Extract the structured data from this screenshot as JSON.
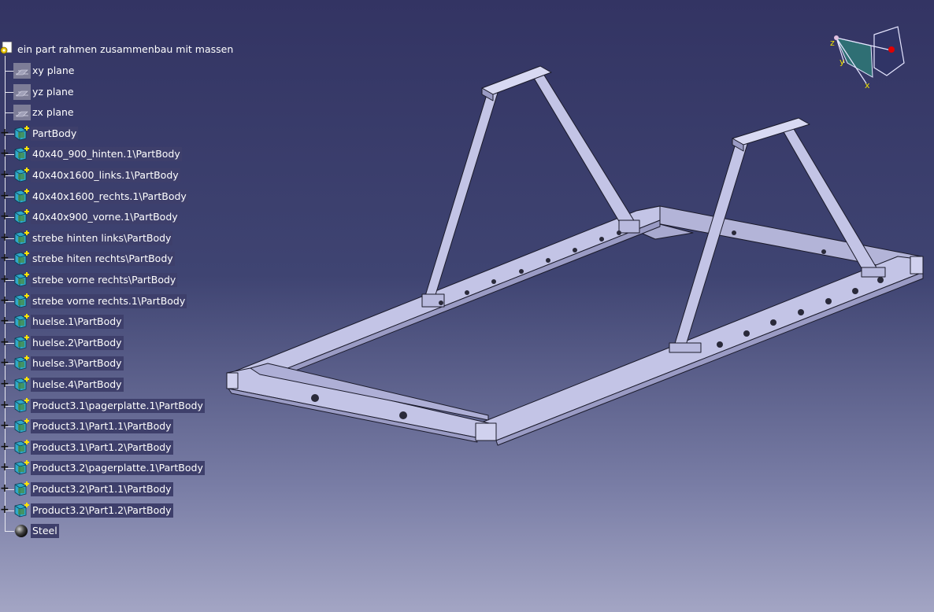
{
  "tree": {
    "root_label": "ein part rahmen zusammenbau mit massen",
    "items": [
      {
        "label": "xy plane",
        "icon": "plane-icon",
        "kind": "plane",
        "expandable": false
      },
      {
        "label": "yz plane",
        "icon": "plane-icon",
        "kind": "plane",
        "expandable": false
      },
      {
        "label": "zx plane",
        "icon": "plane-icon",
        "kind": "plane",
        "expandable": false
      },
      {
        "label": "PartBody",
        "icon": "partbody-icon",
        "kind": "body",
        "expandable": true
      },
      {
        "label": "40x40_900_hinten.1\\PartBody",
        "icon": "partbody-icon",
        "kind": "body",
        "expandable": true
      },
      {
        "label": "40x40x1600_links.1\\PartBody",
        "icon": "partbody-icon",
        "kind": "body",
        "expandable": true
      },
      {
        "label": "40x40x1600_rechts.1\\PartBody",
        "icon": "partbody-icon",
        "kind": "body",
        "expandable": true
      },
      {
        "label": "40x40x900_vorne.1\\PartBody",
        "icon": "partbody-icon",
        "kind": "body",
        "expandable": true
      },
      {
        "label": "strebe hinten links\\PartBody",
        "icon": "partbody-icon",
        "kind": "body",
        "expandable": true
      },
      {
        "label": "strebe hiten rechts\\PartBody",
        "icon": "partbody-icon",
        "kind": "body",
        "expandable": true
      },
      {
        "label": "strebe vorne rechts\\PartBody",
        "icon": "partbody-icon",
        "kind": "body",
        "expandable": true
      },
      {
        "label": "strebe vorne rechts.1\\PartBody",
        "icon": "partbody-icon",
        "kind": "body",
        "expandable": true
      },
      {
        "label": "huelse.1\\PartBody",
        "icon": "partbody-icon",
        "kind": "body",
        "expandable": true
      },
      {
        "label": "huelse.2\\PartBody",
        "icon": "partbody-icon",
        "kind": "body",
        "expandable": true
      },
      {
        "label": "huelse.3\\PartBody",
        "icon": "partbody-icon",
        "kind": "body",
        "expandable": true
      },
      {
        "label": "huelse.4\\PartBody",
        "icon": "partbody-icon",
        "kind": "body",
        "expandable": true
      },
      {
        "label": "Product3.1\\pagerplatte.1\\PartBody",
        "icon": "partbody-icon",
        "kind": "body",
        "expandable": true
      },
      {
        "label": "Product3.1\\Part1.1\\PartBody",
        "icon": "partbody-icon",
        "kind": "body",
        "expandable": true
      },
      {
        "label": "Product3.1\\Part1.2\\PartBody",
        "icon": "partbody-icon",
        "kind": "body",
        "expandable": true
      },
      {
        "label": "Product3.2\\pagerplatte.1\\PartBody",
        "icon": "partbody-icon",
        "kind": "body",
        "expandable": true
      },
      {
        "label": "Product3.2\\Part1.1\\PartBody",
        "icon": "partbody-icon",
        "kind": "body",
        "expandable": true
      },
      {
        "label": "Product3.2\\Part1.2\\PartBody",
        "icon": "partbody-icon",
        "kind": "body",
        "expandable": true
      },
      {
        "label": "Steel",
        "icon": "material-sphere-icon",
        "kind": "material",
        "expandable": false
      }
    ]
  },
  "compass": {
    "x_label": "x",
    "y_label": "y",
    "z_label": "z"
  },
  "colors": {
    "background_top": "#333463",
    "background_bottom": "#a3a5c4",
    "frame_face": "#c3c4e6",
    "frame_edge": "#1a1a2a",
    "label_highlight": "#3e3f6b",
    "axis_label": "#f0e000"
  }
}
